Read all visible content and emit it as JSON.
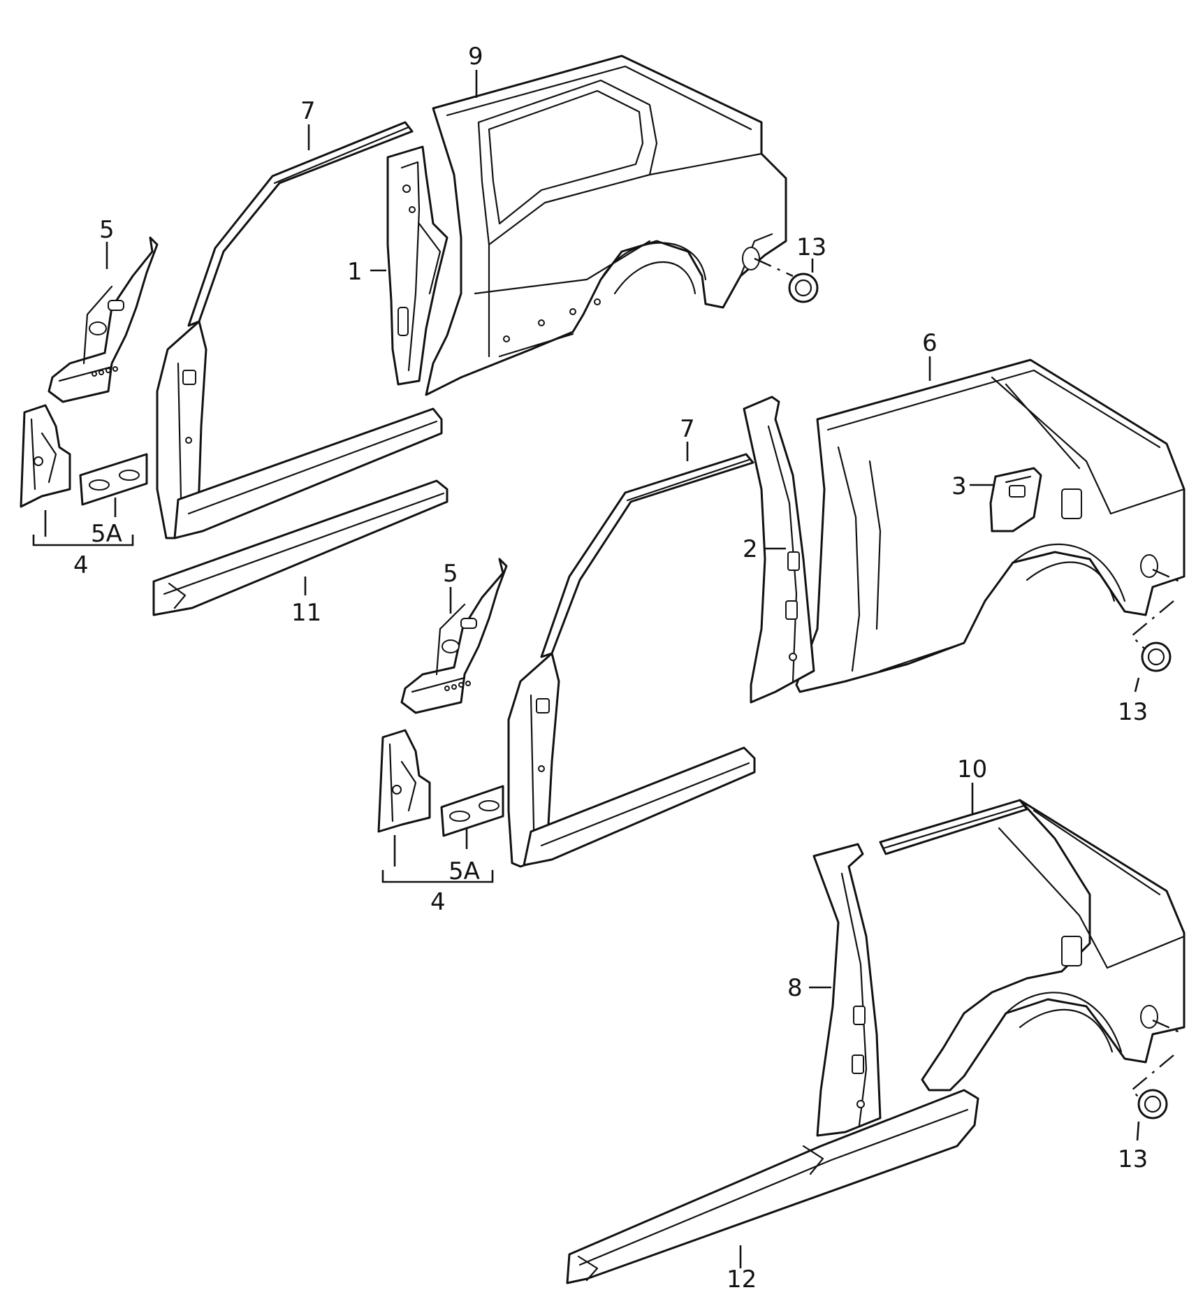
{
  "callouts": {
    "c1": "1",
    "c2": "2",
    "c3": "3",
    "c4a": "4",
    "c4b": "4",
    "c5a": "5",
    "c5b": "5",
    "c5Aa": "5A",
    "c5Ab": "5A",
    "c6": "6",
    "c7a": "7",
    "c7b": "7",
    "c8": "8",
    "c9": "9",
    "c10": "10",
    "c11": "11",
    "c12": "12",
    "c13a": "13",
    "c13b": "13",
    "c13c": "13"
  }
}
